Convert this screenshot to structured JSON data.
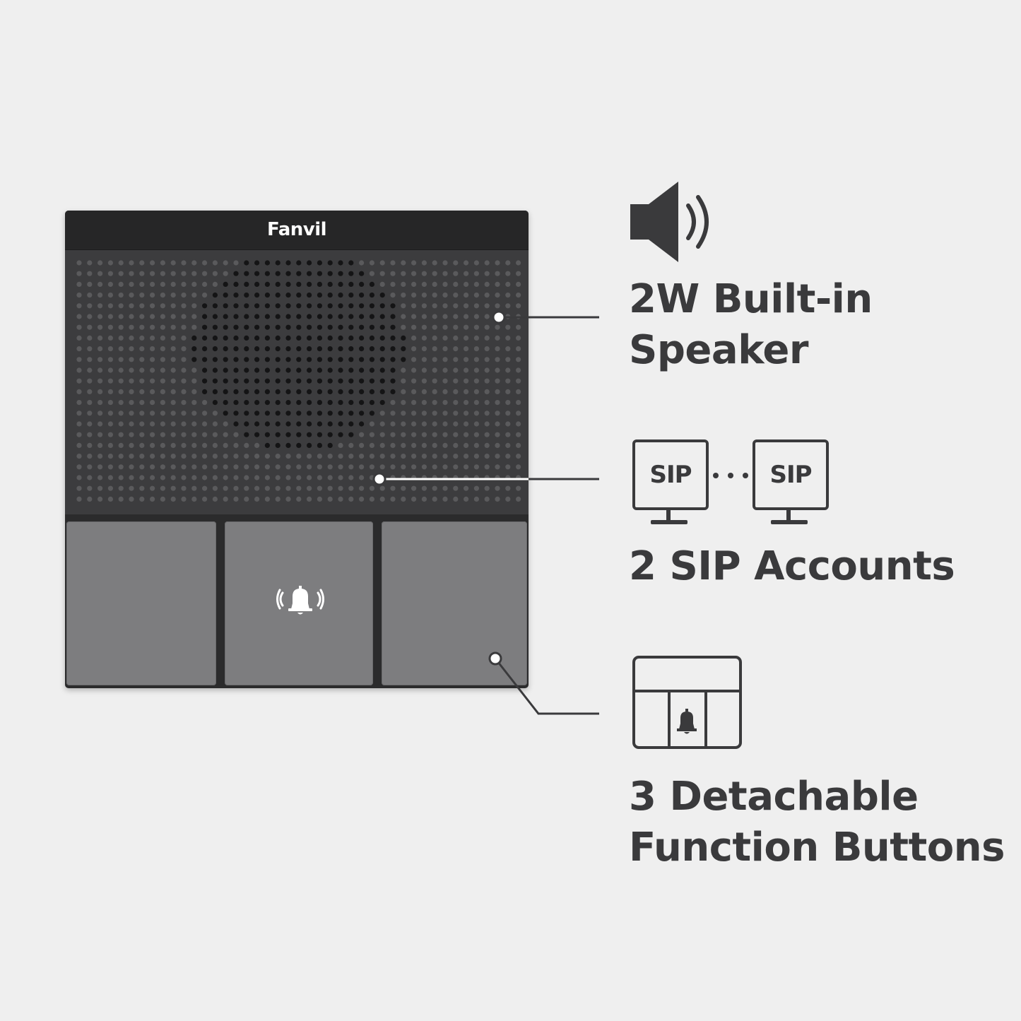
{
  "device": {
    "brand": "Fanvil",
    "button_icon": "bell-ringing-icon"
  },
  "features": [
    {
      "icon": "speaker-volume-icon",
      "title_line1": "2W Built-in",
      "title_line2": "Speaker"
    },
    {
      "icon": "sip-monitors-icon",
      "sip_label_1": "SIP",
      "sip_label_2": "SIP",
      "title_line1": "2 SIP Accounts"
    },
    {
      "icon": "button-panel-icon",
      "title_line1": "3 Detachable",
      "title_line2": "Function Buttons"
    }
  ],
  "colors": {
    "background": "#efefef",
    "device_body": "#2b2b2c",
    "grille": "#3c3c3e",
    "button": "#7d7d7f",
    "text": "#3a3a3c"
  }
}
